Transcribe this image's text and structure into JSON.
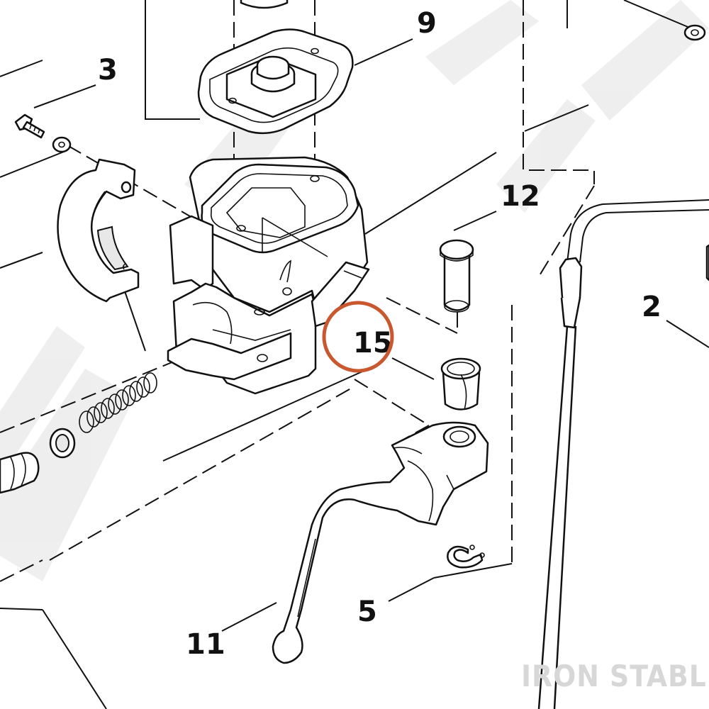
{
  "callouts": {
    "c3": "3",
    "c9": "9",
    "c12": "12",
    "c2": "2",
    "c15": "15",
    "c5": "5",
    "c11": "11"
  },
  "highlight_color": "#c9582f",
  "watermark": {
    "text": "IRON STABLE",
    "color": "#d7d7d7"
  }
}
